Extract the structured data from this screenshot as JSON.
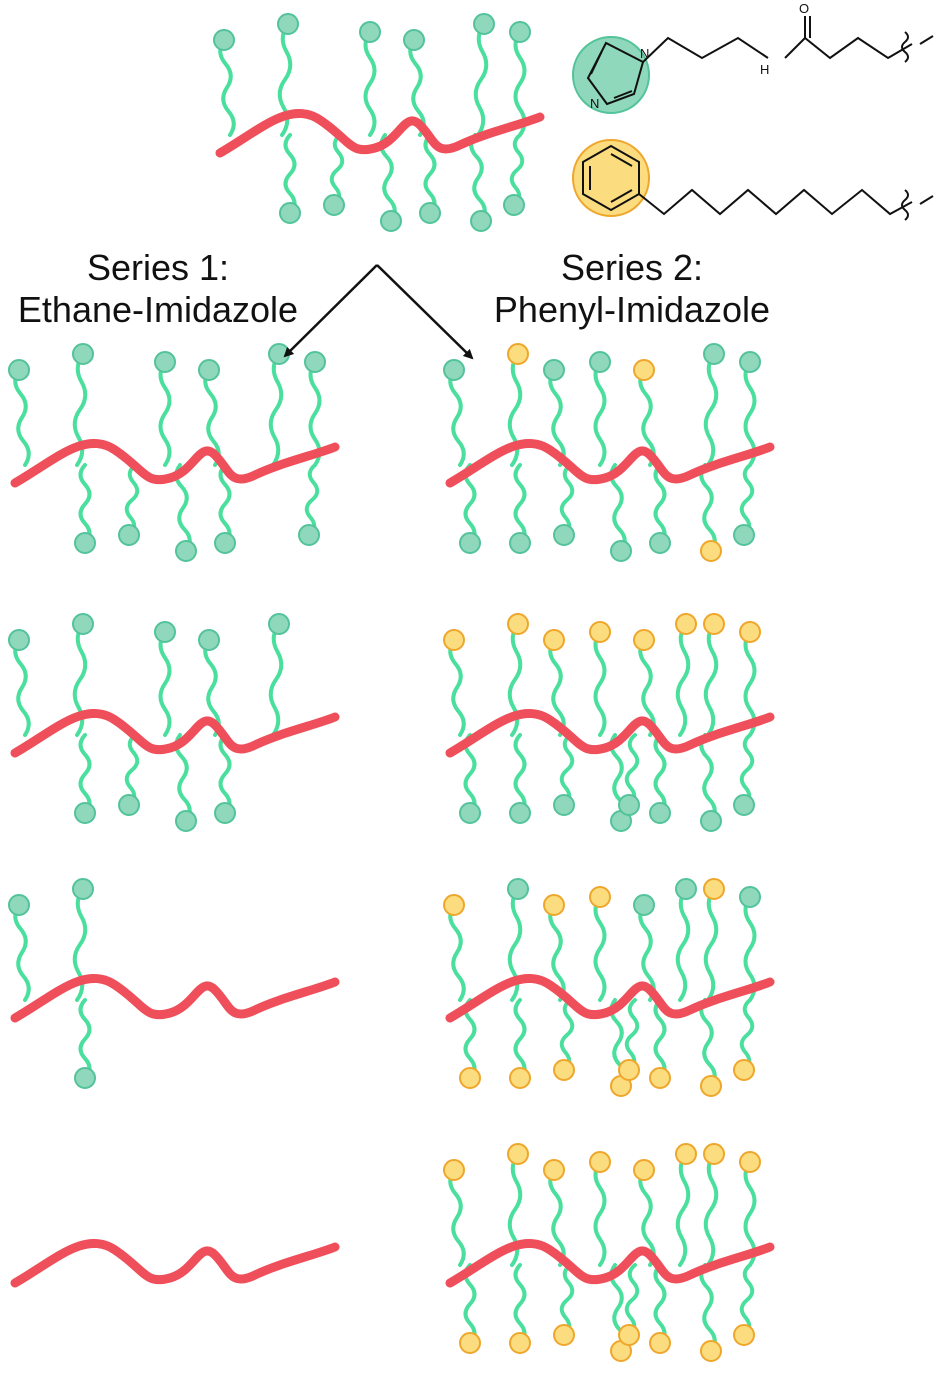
{
  "colors": {
    "backbone": "#ef4f5a",
    "side_chain": "#4bdf9e",
    "imidazole_fill": "#8fd8bb",
    "imidazole_stroke": "#52c39a",
    "phenyl_fill": "#fbdc7e",
    "phenyl_stroke": "#eea72c",
    "structure_line": "#111111"
  },
  "legend": {
    "imidazole_atoms": [
      "N",
      "N",
      "H",
      "O"
    ]
  },
  "series": [
    {
      "label_line1": "Series 1:",
      "label_line2": "Ethane-Imidazole"
    },
    {
      "label_line1": "Series 2:",
      "label_line2": "Phenyl-Imidazole"
    }
  ],
  "polymers": {
    "top": {
      "imidazole_chains": 12,
      "phenyl_chains": 0
    },
    "series_1": [
      {
        "imidazole_chains": 11,
        "phenyl_chains": 0
      },
      {
        "imidazole_chains": 9,
        "phenyl_chains": 0
      },
      {
        "imidazole_chains": 3,
        "phenyl_chains": 0
      },
      {
        "imidazole_chains": 0,
        "phenyl_chains": 0
      }
    ],
    "series_2": [
      {
        "imidazole_chains": 11,
        "phenyl_chains": 3
      },
      {
        "imidazole_chains": 8,
        "phenyl_chains": 8
      },
      {
        "imidazole_chains": 4,
        "phenyl_chains": 12
      },
      {
        "imidazole_chains": 0,
        "phenyl_chains": 16
      }
    ]
  }
}
